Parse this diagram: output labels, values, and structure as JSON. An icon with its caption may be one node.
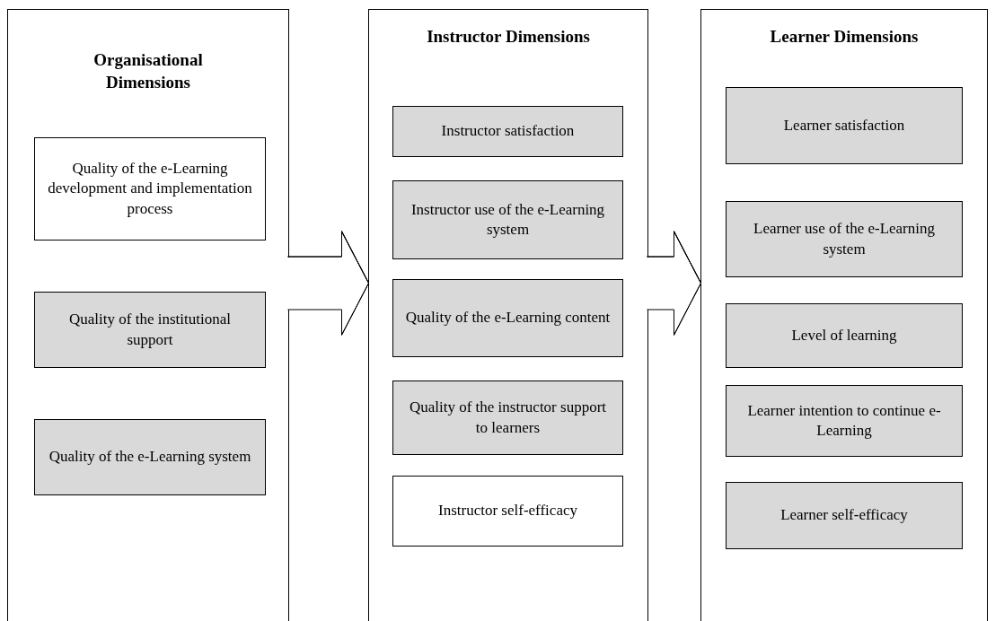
{
  "diagram": {
    "nodes": [
      {
        "text": [
          "Organisational Dimensions"
        ]
      },
      {
        "text": [
          "Quality of the e-Learning development and implementation process"
        ],
        "in": 0
      },
      {
        "text": [
          "Quality of the institutional support"
        ],
        "in": 0
      },
      {
        "text": [
          "Quality of the e-Learning system"
        ],
        "in": 0
      },
      {
        "text": [
          "Instructor Dimensions"
        ]
      },
      {
        "text": [
          "Instructor satisfaction"
        ],
        "in": 4
      },
      {
        "text": [
          "Instructor use of the e-Learning system"
        ],
        "in": 4
      },
      {
        "text": [
          "Quality of the e-Learning content"
        ],
        "in": 4
      },
      {
        "text": [
          "Quality of the instructor support to learners"
        ],
        "in": 4
      },
      {
        "text": [
          "Instructor self-efficacy"
        ],
        "in": 4
      },
      {
        "text": [
          "Learner Dimensions"
        ]
      },
      {
        "text": [
          "Learner satisfaction"
        ],
        "in": 10
      },
      {
        "text": [
          "Learner use of the e-Learning system"
        ],
        "in": 10
      },
      {
        "text": [
          "Level of  learning"
        ],
        "in": 10
      },
      {
        "text": [
          "Learner intention to continue e-Learning"
        ],
        "in": 10
      },
      {
        "text": [
          "Learner self-efficacy"
        ],
        "in": 10
      }
    ],
    "edges": [
      {
        "from": 0,
        "to": 4,
        "arrow": "to"
      },
      {
        "from": 4,
        "to": 10,
        "arrow": "to"
      }
    ]
  }
}
